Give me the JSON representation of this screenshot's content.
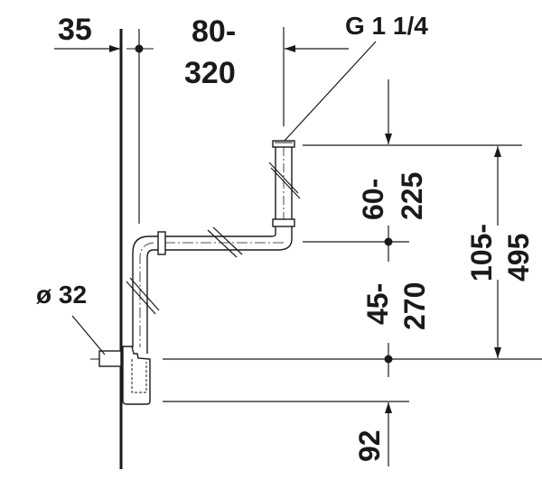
{
  "drawing": {
    "title": "Siphon installation dimensions",
    "colors": {
      "line": "#1a1a1a",
      "background": "#ffffff"
    },
    "labels": {
      "wall_offset": "35",
      "horizontal_range_line1": "80-",
      "horizontal_range_line2": "320",
      "thread": "G 1 1/4",
      "upper_vertical_line1": "60-",
      "upper_vertical_line2": "225",
      "lower_vertical_line1": "45-",
      "lower_vertical_line2": "270",
      "total_vertical_line1": "105-",
      "total_vertical_line2": "495",
      "outlet_diameter": "ø 32",
      "bottom_clearance": "92"
    }
  }
}
